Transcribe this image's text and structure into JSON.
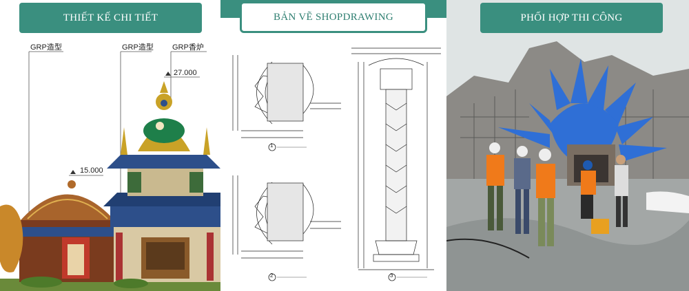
{
  "banners": {
    "design": "THIẾT  KẾ CHI TIẾT",
    "shopdrawing": "BẢN VẼ SHOPDRAWING",
    "construction": "PHỐI HỢP THI CÔNG"
  },
  "design_panel": {
    "label_a": "GRP造型",
    "label_b": "GRP造型",
    "label_c": "GRP香炉",
    "elev_top": "27.000",
    "elev_mid": "15.000"
  },
  "drawing_panel": {
    "callout_1": "1",
    "callout_2": "2",
    "callout_3": "3"
  },
  "colors": {
    "accent": "#3a8f7f",
    "roof_blue": "#2d4f8a",
    "gold": "#c9a227",
    "sculpture_blue": "#2f6fd6",
    "vest_orange": "#f07a1a"
  }
}
